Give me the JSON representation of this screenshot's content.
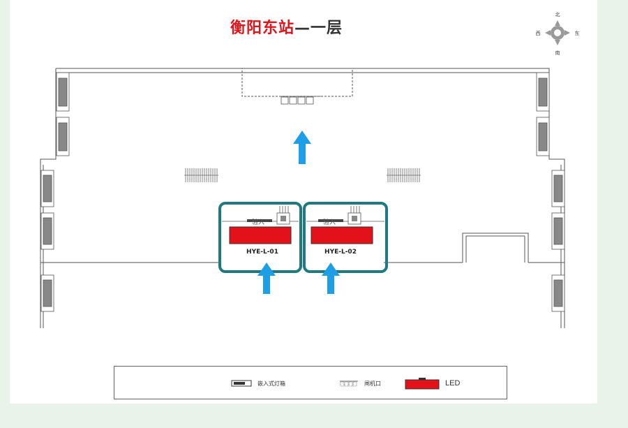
{
  "map": {
    "title_station": "衡阳东站",
    "title_floor": "—一层",
    "compass": {
      "north": "北",
      "south": "南",
      "east": "东",
      "west": "西"
    },
    "ad_spots": [
      {
        "id": "HYE-L-01",
        "sign_text": "验入"
      },
      {
        "id": "HYE-L-02",
        "sign_text": "验入"
      }
    ],
    "colors": {
      "title_red": "#e1141c",
      "led_red": "#e3121a",
      "highlight_frame": "#1f7a80",
      "arrow_blue": "#1f9ee8",
      "line": "#555555"
    }
  },
  "legend": {
    "embedded_lightbox": "嵌入式灯箱",
    "gate": "闸机口",
    "led": "LED"
  }
}
